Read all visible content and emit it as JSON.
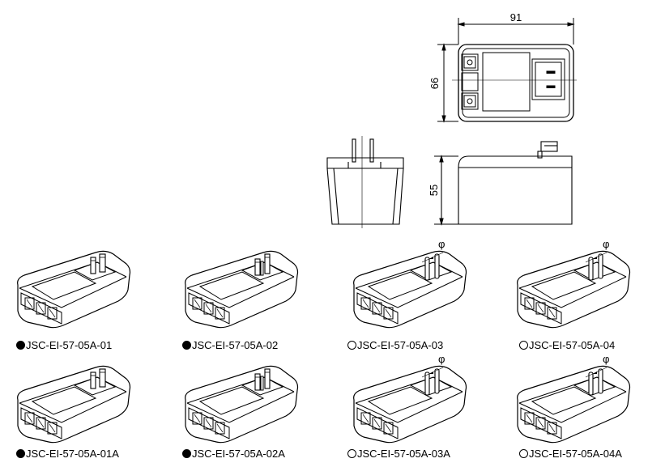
{
  "dimensions": {
    "width": "91",
    "depth": "66",
    "height": "55",
    "phi_label": "φ"
  },
  "models": [
    {
      "label": "JSC-EI-57-05A-01",
      "marker": "filled",
      "blade": "polarized"
    },
    {
      "label": "JSC-EI-57-05A-02",
      "marker": "filled",
      "blade": "ground"
    },
    {
      "label": "JSC-EI-57-05A-03",
      "marker": "open",
      "blade": "round"
    },
    {
      "label": "JSC-EI-57-05A-04",
      "marker": "open",
      "blade": "round"
    },
    {
      "label": "JSC-EI-57-05A-01A",
      "marker": "filled",
      "blade": "polarized"
    },
    {
      "label": "JSC-EI-57-05A-02A",
      "marker": "filled",
      "blade": "ground"
    },
    {
      "label": "JSC-EI-57-05A-03A",
      "marker": "open",
      "blade": "round"
    },
    {
      "label": "JSC-EI-57-05A-04A",
      "marker": "open",
      "blade": "round"
    }
  ]
}
